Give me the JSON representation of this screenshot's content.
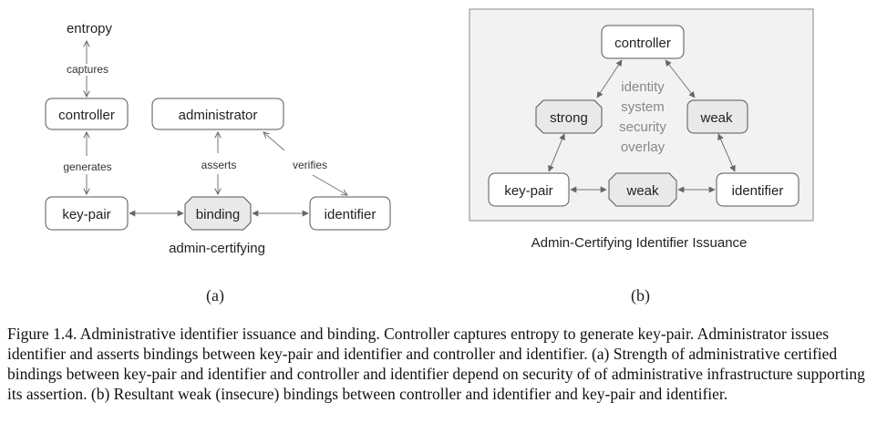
{
  "panel_a": {
    "nodes": {
      "entropy": "entropy",
      "controller": "controller",
      "administrator": "administrator",
      "key_pair": "key-pair",
      "binding": "binding",
      "identifier": "identifier"
    },
    "edges": {
      "captures": "captures",
      "generates": "generates",
      "asserts": "asserts",
      "verifies": "verifies"
    },
    "footer": "admin-certifying",
    "sublabel": "(a)"
  },
  "panel_b": {
    "nodes": {
      "controller": "controller",
      "strong": "strong",
      "weak_right": "weak",
      "key_pair": "key-pair",
      "weak_bottom": "weak",
      "identifier": "identifier"
    },
    "overlay_lines": [
      "identity",
      "system",
      "security",
      "overlay"
    ],
    "title": "Admin-Certifying Identifier Issuance",
    "sublabel": "(b)"
  },
  "caption": "Figure 1.4.  Administrative identifier issuance and binding. Controller captures entropy to generate key-pair.  Administrator issues identifier and asserts bindings between key-pair and identifier and controller and identifier. (a) Strength of administrative certified bindings between key-pair and identifier and controller and identifier depend on security of of administrative infrastructure supporting its assertion. (b) Resultant weak (insecure) bindings between controller and identifier and key-pair and identifier."
}
